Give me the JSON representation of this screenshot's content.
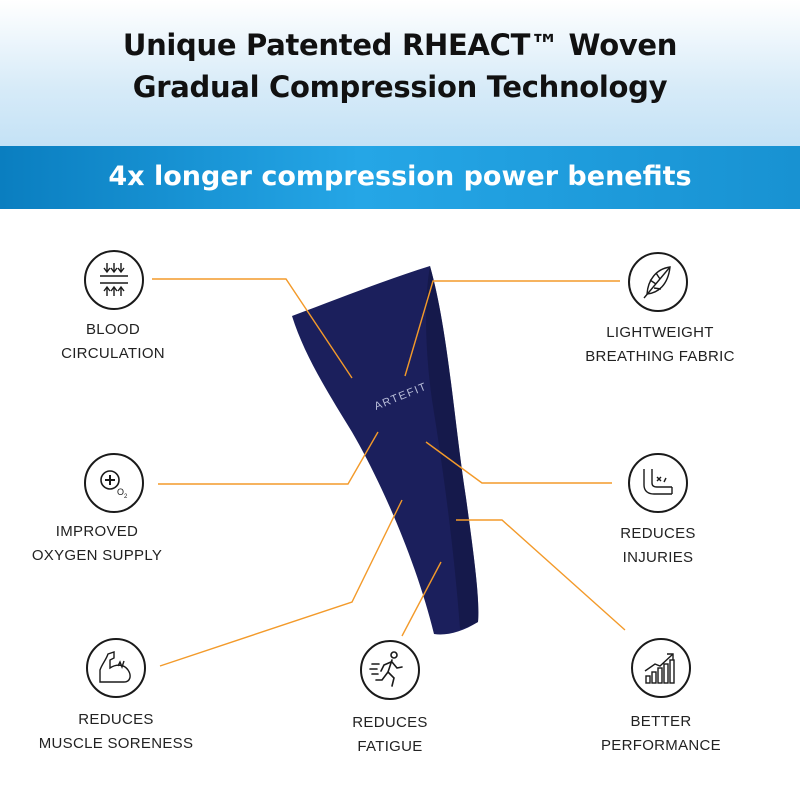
{
  "header": {
    "title_line1": "Unique Patented RHEACT™ Woven",
    "title_line2": "Gradual Compression Technology",
    "subtitle": "4x longer compression power benefits"
  },
  "product": {
    "brand": "ARTEFIT",
    "sleeve_color": "#1b1f5c"
  },
  "accent_color": "#f39a2a",
  "features": [
    {
      "icon": "blood-circulation-icon",
      "line1": "BLOOD",
      "line2": "CIRCULATION"
    },
    {
      "icon": "feather-icon",
      "line1": "LIGHTWEIGHT",
      "line2": "BREATHING FABRIC"
    },
    {
      "icon": "oxygen-icon",
      "line1": "IMPROVED",
      "line2": "OXYGEN SUPPLY"
    },
    {
      "icon": "injury-arm-icon",
      "line1": "REDUCES",
      "line2": "INJURIES"
    },
    {
      "icon": "muscle-arm-icon",
      "line1": "REDUCES",
      "line2": "MUSCLE SORENESS"
    },
    {
      "icon": "running-man-icon",
      "line1": "REDUCES",
      "line2": "FATIGUE"
    },
    {
      "icon": "performance-chart-icon",
      "line1": "BETTER",
      "line2": "PERFORMANCE"
    }
  ]
}
